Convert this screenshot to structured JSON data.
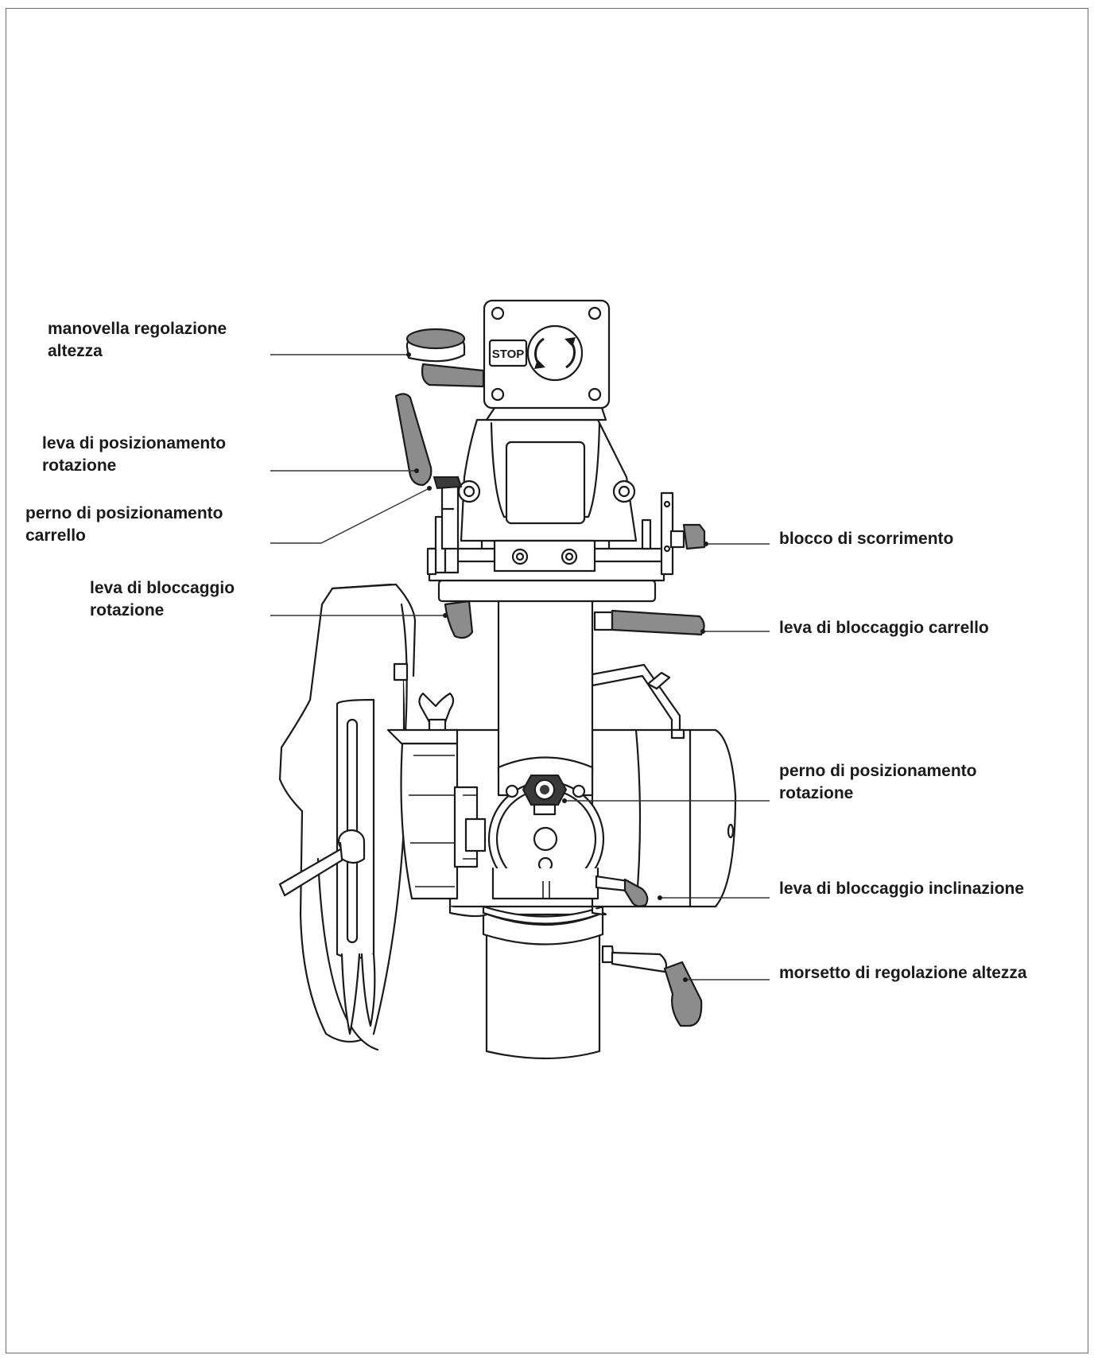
{
  "diagram": {
    "labels": {
      "crank_height": "manovella regolazione\naltezza",
      "rotation_positioning_lever": "leva di posizionamento\nrotazione",
      "carriage_positioning_pin": "perno di posizionamento\ncarrello",
      "rotation_locking_lever": "leva di bloccaggio\nrotazione",
      "sliding_block": "blocco di scorrimento",
      "carriage_locking_lever": "leva di bloccaggio carrello",
      "rotation_positioning_pin": "perno di posizionamento\nrotazione",
      "tilt_locking_lever": "leva di bloccaggio inclinazione",
      "height_adjust_clamp": "morsetto di regolazione altezza"
    },
    "stop_button_text": "STOP"
  }
}
